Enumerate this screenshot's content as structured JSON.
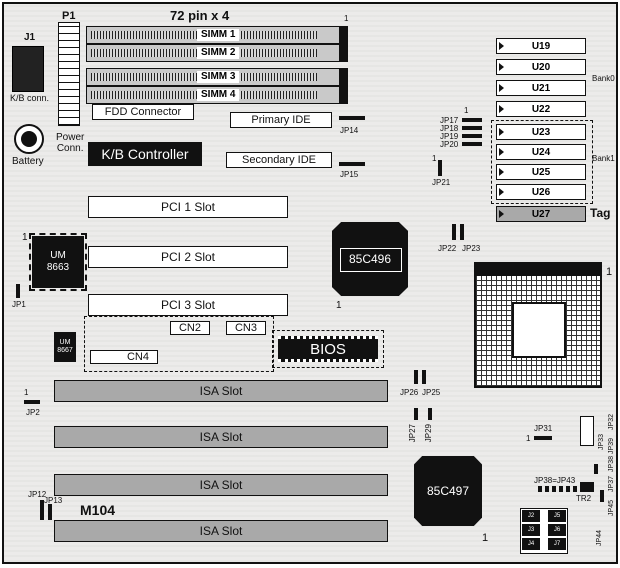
{
  "title": "72 pin x 4",
  "connectors": {
    "p1": "P1",
    "j1": "J1",
    "kb_conn": "K/B conn.",
    "power_conn": "Power\nConn.",
    "battery": "Battery",
    "fdd": "FDD Connector",
    "primary_ide": "Primary IDE",
    "secondary_ide": "Secondary IDE",
    "kb_controller": "K/B Controller",
    "cn2": "CN2",
    "cn3": "CN3",
    "cn4": "CN4"
  },
  "simms": [
    "SIMM 1",
    "SIMM 2",
    "SIMM 3",
    "SIMM 4"
  ],
  "pci_slots": [
    "PCI 1 Slot",
    "PCI 2 Slot",
    "PCI 3 Slot"
  ],
  "isa_slots": [
    "ISA Slot",
    "ISA Slot",
    "ISA Slot",
    "ISA Slot"
  ],
  "chips": {
    "um8663": "UM\n8663",
    "um8667": "UM\n8667",
    "c496": "85C496",
    "c497": "85C497",
    "bios": "BIOS",
    "tr2": "TR2"
  },
  "cache": {
    "chips": [
      "U19",
      "U20",
      "U21",
      "U22",
      "U23",
      "U24",
      "U25",
      "U26"
    ],
    "tag_chip": "U27",
    "tag": "Tag",
    "bank0": "Bank0",
    "bank1": "Bank1"
  },
  "jumpers": {
    "jp1": "JP1",
    "jp2": "JP2",
    "jp12": "JP12",
    "jp13": "JP13",
    "jp14": "JP14",
    "jp15": "JP15",
    "jp17": "JP17",
    "jp18": "JP18",
    "jp19": "JP19",
    "jp20": "JP20",
    "jp21": "JP21",
    "jp22": "JP22",
    "jp23": "JP23",
    "jp25": "JP25",
    "jp26": "JP26",
    "jp27": "JP27",
    "jp29": "JP29",
    "jp31": "JP31",
    "jp32": "JP32",
    "jp33": "JP33",
    "jp37": "JP37",
    "jp38": "JP38",
    "jp39": "JP39",
    "jp43": "JP43",
    "jp44": "JP44",
    "jp45": "JP45"
  },
  "model": "M104",
  "jp_small": [
    "J2",
    "J3",
    "J4",
    "J5",
    "J6",
    "J7"
  ],
  "pin1": "1"
}
